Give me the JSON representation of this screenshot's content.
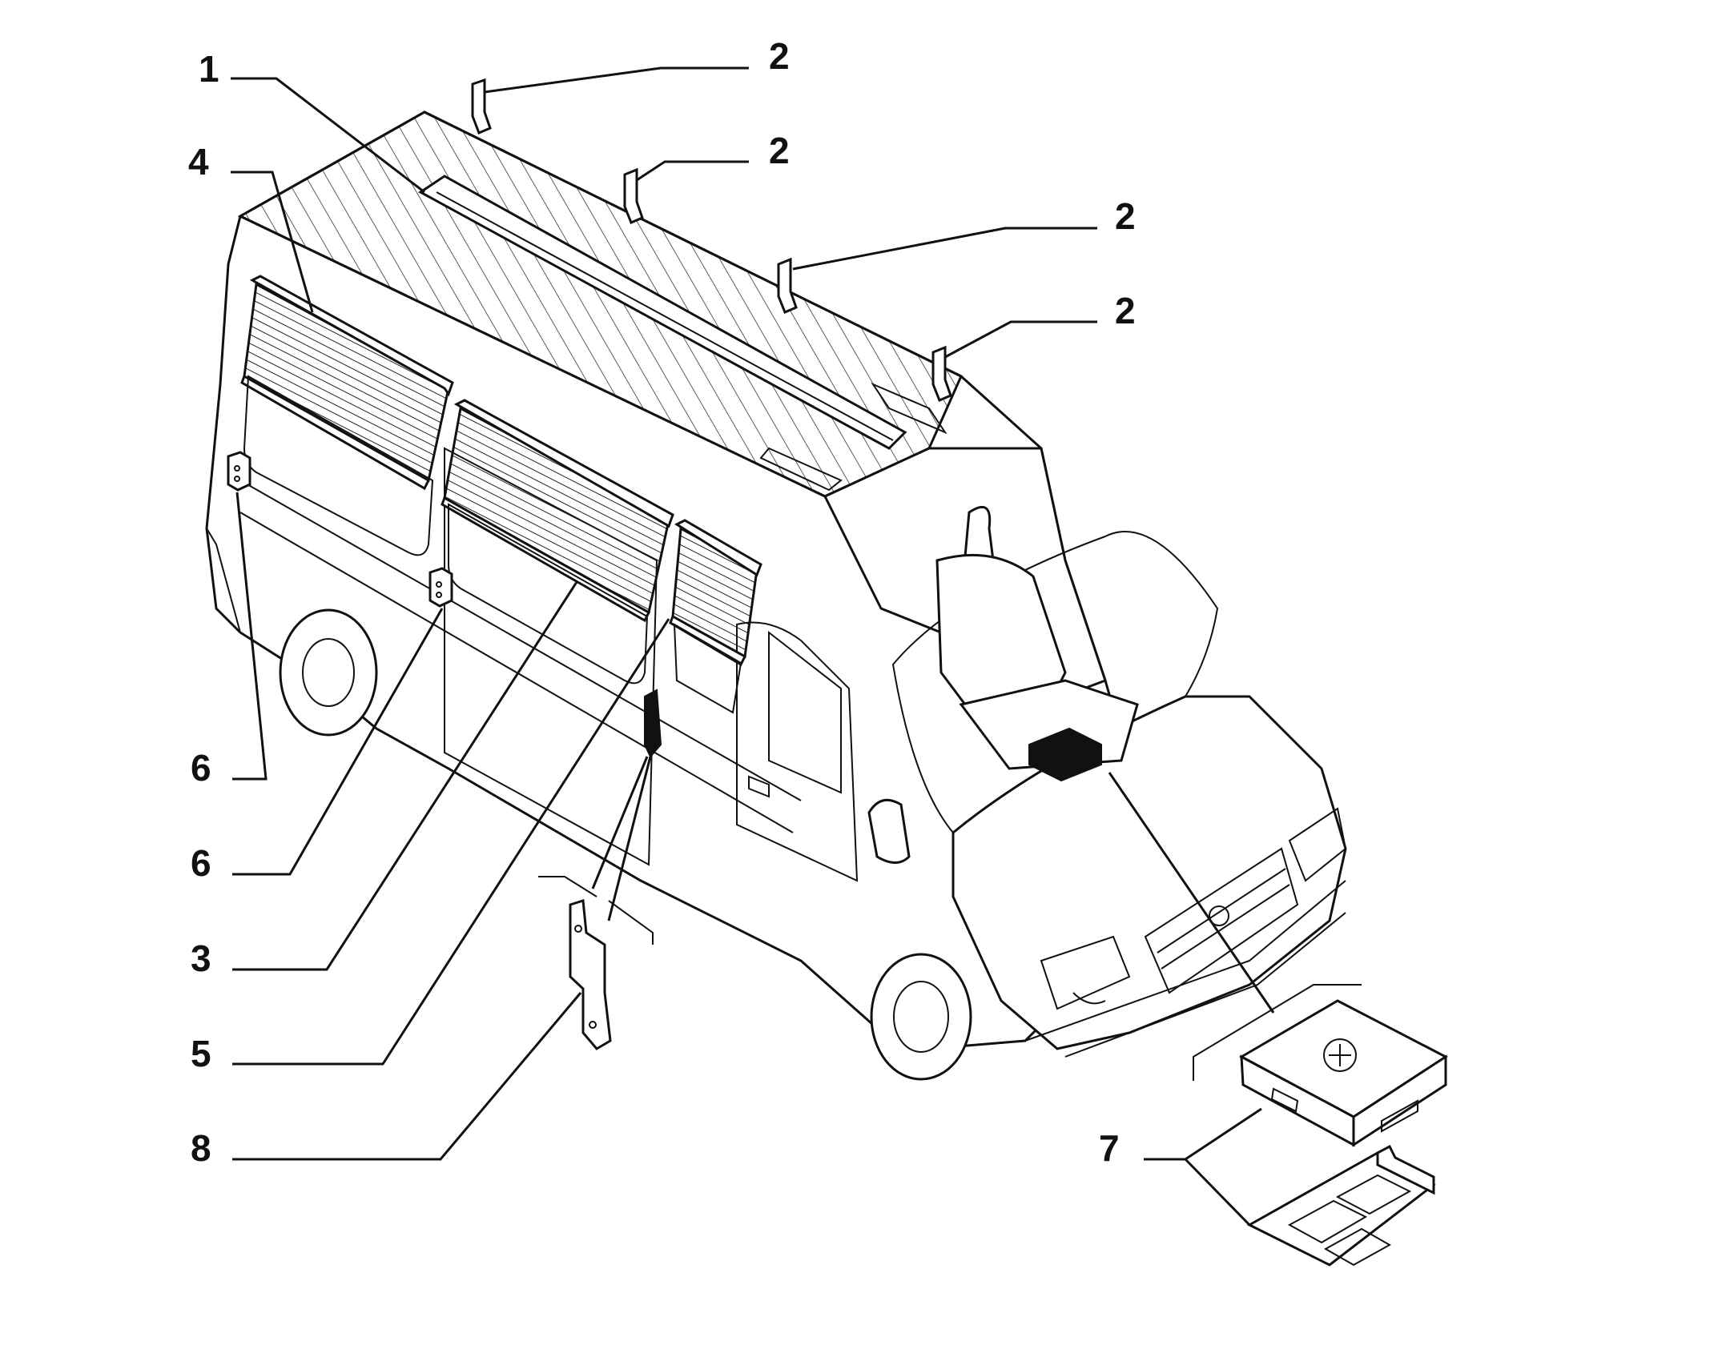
{
  "callouts": [
    {
      "id": "c1",
      "label": "1"
    },
    {
      "id": "c2a",
      "label": "2"
    },
    {
      "id": "c2b",
      "label": "2"
    },
    {
      "id": "c2c",
      "label": "2"
    },
    {
      "id": "c2d",
      "label": "2"
    },
    {
      "id": "c4",
      "label": "4"
    },
    {
      "id": "c6a",
      "label": "6"
    },
    {
      "id": "c6b",
      "label": "6"
    },
    {
      "id": "c3",
      "label": "3"
    },
    {
      "id": "c5",
      "label": "5"
    },
    {
      "id": "c8",
      "label": "8"
    },
    {
      "id": "c7",
      "label": "7"
    }
  ]
}
